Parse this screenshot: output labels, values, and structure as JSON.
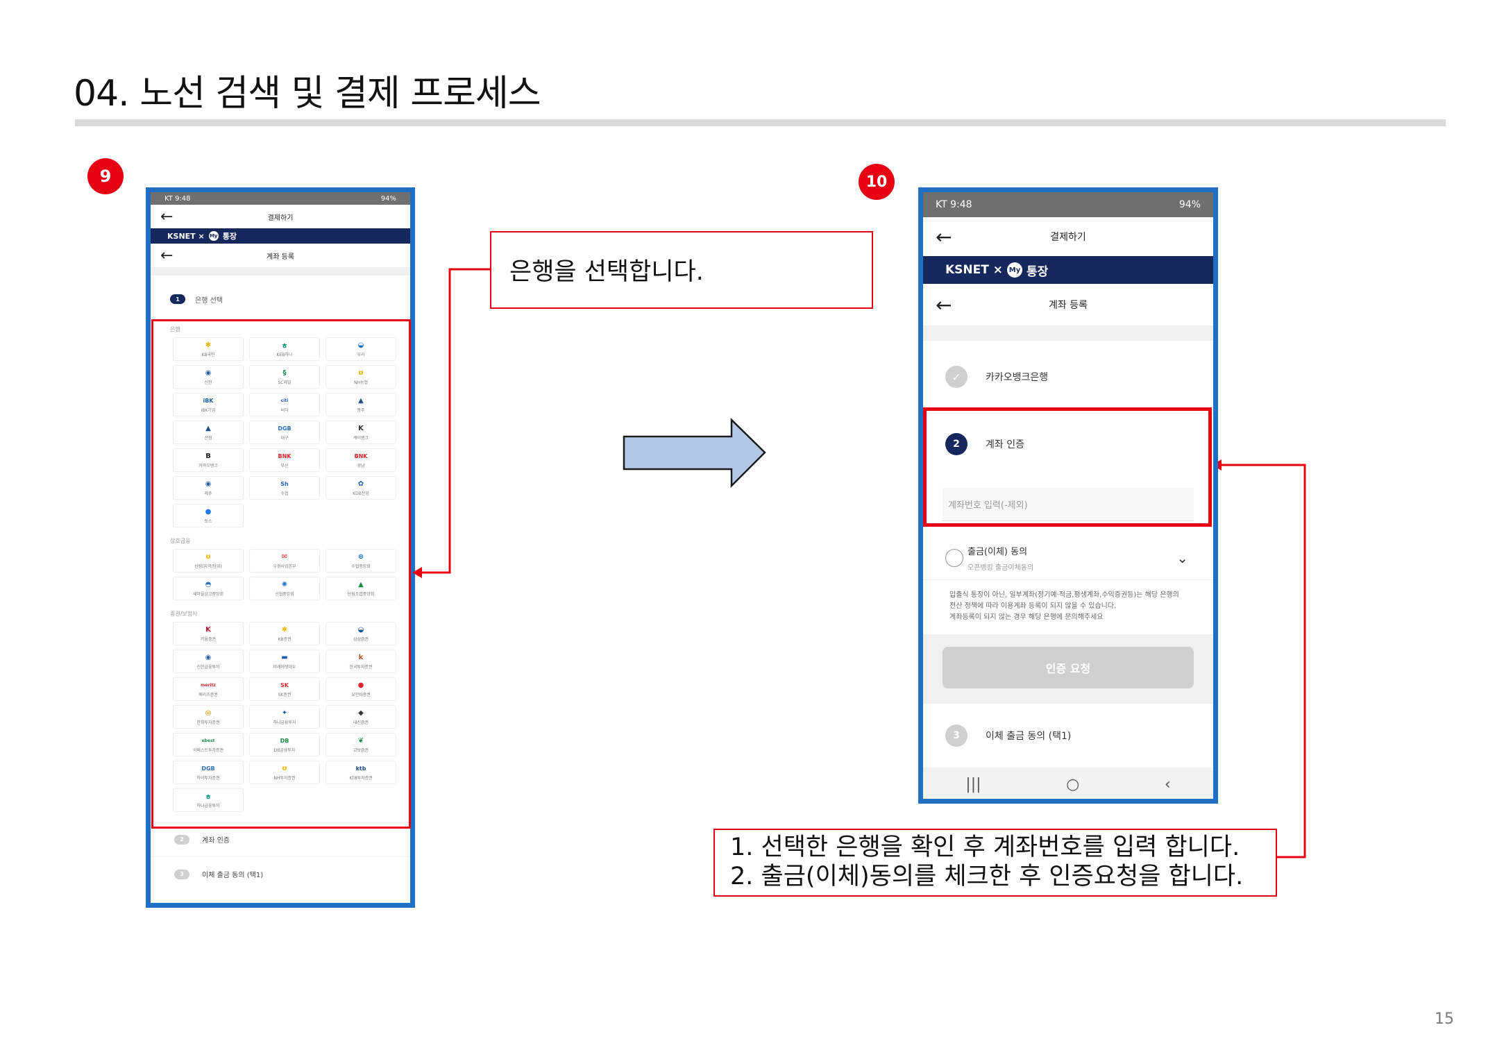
{
  "slide": {
    "title": "04. 노선 검색 및 결제 프로세스",
    "page_number": "15",
    "step1": "9",
    "step2": "10"
  },
  "phone1": {
    "status_left": "KT 9:48",
    "status_right": "94%",
    "topbar_title": "결제하기",
    "banner_brand": "KSNET ×",
    "banner_my": "My",
    "banner_tail": "통장",
    "subbar_title": "계좌 등록",
    "step1_num": "1",
    "step1_label": "은행 선택",
    "groups": [
      {
        "label": "은행",
        "banks": [
          {
            "name": "KB국민",
            "logo": "✱",
            "color": "#f2b300"
          },
          {
            "name": "KEB하나",
            "logo": "ㅎ",
            "color": "#00907f"
          },
          {
            "name": "우리",
            "logo": "◒",
            "color": "#1e78c8"
          },
          {
            "name": "신한",
            "logo": "◉",
            "color": "#2a5fa8"
          },
          {
            "name": "SC제일",
            "logo": "§",
            "color": "#1a8a4a"
          },
          {
            "name": "NH농협",
            "logo": "ʊ",
            "color": "#f2b300"
          },
          {
            "name": "IBK기업",
            "logo": "iBK",
            "color": "#1b5fb0"
          },
          {
            "name": "씨티",
            "logo": "citi",
            "color": "#1b5fb0"
          },
          {
            "name": "광주",
            "logo": "▲",
            "color": "#1b4f8e"
          },
          {
            "name": "산림",
            "logo": "▲",
            "color": "#1b4f8e"
          },
          {
            "name": "대구",
            "logo": "DGB",
            "color": "#2a6fbd"
          },
          {
            "name": "케이뱅크",
            "logo": "K",
            "color": "#333333"
          },
          {
            "name": "카카오뱅크",
            "logo": "B",
            "color": "#222222"
          },
          {
            "name": "부산",
            "logo": "BNK",
            "color": "#e0262b"
          },
          {
            "name": "경남",
            "logo": "BNK",
            "color": "#e0262b"
          },
          {
            "name": "제주",
            "logo": "◉",
            "color": "#2a5fa8"
          },
          {
            "name": "수협",
            "logo": "Sh",
            "color": "#1b5fb0"
          },
          {
            "name": "KDB산업",
            "logo": "✿",
            "color": "#1b5fb0"
          },
          {
            "name": "토스",
            "logo": "●",
            "color": "#1e78f0"
          }
        ]
      },
      {
        "label": "상호금융",
        "banks": [
          {
            "name": "산림(지역/단위)",
            "logo": "ʊ",
            "color": "#f2b300"
          },
          {
            "name": "우정사업본부",
            "logo": "✉",
            "color": "#e0262b"
          },
          {
            "name": "수협중앙회",
            "logo": "⊜",
            "color": "#1e78c8"
          },
          {
            "name": "새마을금고중앙회",
            "logo": "◓",
            "color": "#1e78c8"
          },
          {
            "name": "신협중앙회",
            "logo": "✺",
            "color": "#1e78c8"
          },
          {
            "name": "산림조합중앙회",
            "logo": "▲",
            "color": "#1a8a4a"
          }
        ]
      },
      {
        "label": "증권/보험사",
        "banks": [
          {
            "name": "키움증권",
            "logo": "K",
            "color": "#c8102e"
          },
          {
            "name": "KB증권",
            "logo": "✱",
            "color": "#f2b300"
          },
          {
            "name": "삼성증권",
            "logo": "◒",
            "color": "#1b4f8e"
          },
          {
            "name": "신한금융투자",
            "logo": "◉",
            "color": "#2a5fa8"
          },
          {
            "name": "미래에셋대우",
            "logo": "▬",
            "color": "#1b5fb0"
          },
          {
            "name": "한국투자증권",
            "logo": "k",
            "color": "#b5542c"
          },
          {
            "name": "메리츠증권",
            "logo": "meritz",
            "color": "#e0262b"
          },
          {
            "name": "SK증권",
            "logo": "SK",
            "color": "#e0262b"
          },
          {
            "name": "유안타증권",
            "logo": "●",
            "color": "#e0262b"
          },
          {
            "name": "한화투자증권",
            "logo": "◎",
            "color": "#f08a00"
          },
          {
            "name": "하나금융투자",
            "logo": "✦",
            "color": "#1b5fb0"
          },
          {
            "name": "대신증권",
            "logo": "◆",
            "color": "#333333"
          },
          {
            "name": "이베스트투자증권",
            "logo": "ebest",
            "color": "#1a8a4a"
          },
          {
            "name": "DB금융투자",
            "logo": "DB",
            "color": "#1a8a4a"
          },
          {
            "name": "교보증권",
            "logo": "❦",
            "color": "#1a8a4a"
          },
          {
            "name": "하이투자증권",
            "logo": "DGB",
            "color": "#2a6fbd"
          },
          {
            "name": "NH투자증권",
            "logo": "ʊ",
            "color": "#f2b300"
          },
          {
            "name": "KTB투자증권",
            "logo": "ktb",
            "color": "#1b4f8e"
          },
          {
            "name": "하나금융투자",
            "logo": "ㅎ",
            "color": "#00907f"
          }
        ]
      }
    ],
    "step2_num": "2",
    "step2_label": "계좌 인증",
    "step3_num": "3",
    "step3_label": "이체 출금 동의 (택1)"
  },
  "phone2": {
    "status_left": "KT 9:48",
    "status_right": "94%",
    "topbar_title": "결제하기",
    "banner_brand": "KSNET ×",
    "banner_my": "My",
    "banner_tail": "통장",
    "subbar_title": "계좌 등록",
    "selected_bank": "카카오뱅크은행",
    "step2_num": "2",
    "step2_label": "계좌 인증",
    "account_placeholder": "계좌번호 입력(-제외)",
    "consent_title": "출금(이체) 동의",
    "consent_sub": "오픈뱅킹 출금이체동의",
    "note_lines": [
      "입출식 통장이 아닌, 일부계좌(정기예·적금,평생계좌,수익증권등)는 해당 은행의",
      "전산 정책에 따라 이용계좌 등록이 되지 않을 수 있습니다.",
      "계좌등록이 되지 않는 경우 해당 은행에 문의해주세요"
    ],
    "auth_button": "인증 요청",
    "step3_num": "3",
    "step3_label": "이체 출금 동의 (택1)"
  },
  "callout1": "은행을 선택합니다.",
  "callout2": {
    "line1": "1.  선택한 은행을 확인 후 계좌번호를 입력 합니다.",
    "line2": "2.  출금(이체)동의를 체크한 후 인증요청을 합니다."
  },
  "colors": {
    "accent_red": "#e60012",
    "frame_blue": "#1f6fc5",
    "ksnet_navy": "#16275b",
    "arrow_fill": "#b4c7e7"
  }
}
